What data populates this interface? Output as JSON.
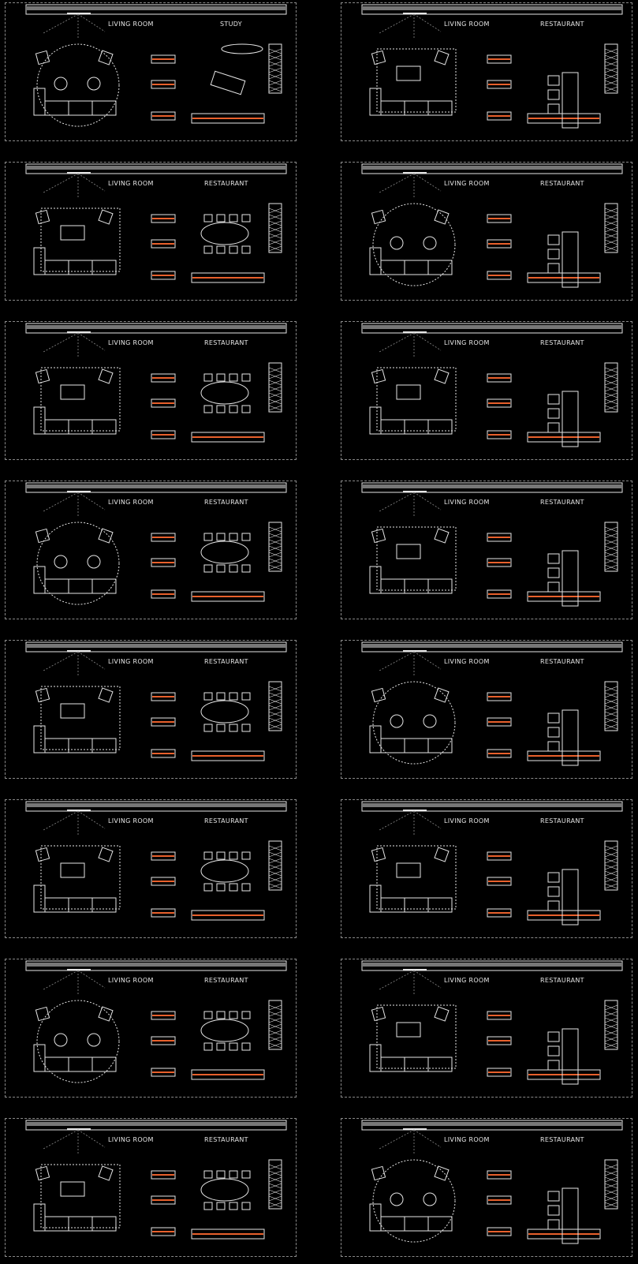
{
  "panels": [
    {
      "left_label": "LIVING ROOM",
      "right_label": "STUDY"
    },
    {
      "left_label": "LIVING ROOM",
      "right_label": "RESTAURANT"
    },
    {
      "left_label": "LIVING ROOM",
      "right_label": "RESTAURANT"
    },
    {
      "left_label": "LIVING ROOM",
      "right_label": "RESTAURANT"
    },
    {
      "left_label": "LIVING ROOM",
      "right_label": "RESTAURANT"
    },
    {
      "left_label": "LIVING ROOM",
      "right_label": "RESTAURANT"
    },
    {
      "left_label": "LIVING ROOM",
      "right_label": "RESTAURANT"
    },
    {
      "left_label": "LIVING ROOM",
      "right_label": "RESTAURANT"
    },
    {
      "left_label": "LIVING ROOM",
      "right_label": "RESTAURANT"
    },
    {
      "left_label": "LIVING ROOM",
      "right_label": "RESTAURANT"
    },
    {
      "left_label": "LIVING ROOM",
      "right_label": "RESTAURANT"
    },
    {
      "left_label": "LIVING ROOM",
      "right_label": "RESTAURANT"
    },
    {
      "left_label": "LIVING ROOM",
      "right_label": "RESTAURANT"
    },
    {
      "left_label": "LIVING ROOM",
      "right_label": "RESTAURANT"
    },
    {
      "left_label": "LIVING ROOM",
      "right_label": "RESTAURANT"
    },
    {
      "left_label": "LIVING ROOM",
      "right_label": "RESTAURANT"
    }
  ],
  "colors": {
    "background": "#000000",
    "line": "#e6e6e6",
    "accent": "#e8602c",
    "dashed": "#8a8a8a"
  }
}
